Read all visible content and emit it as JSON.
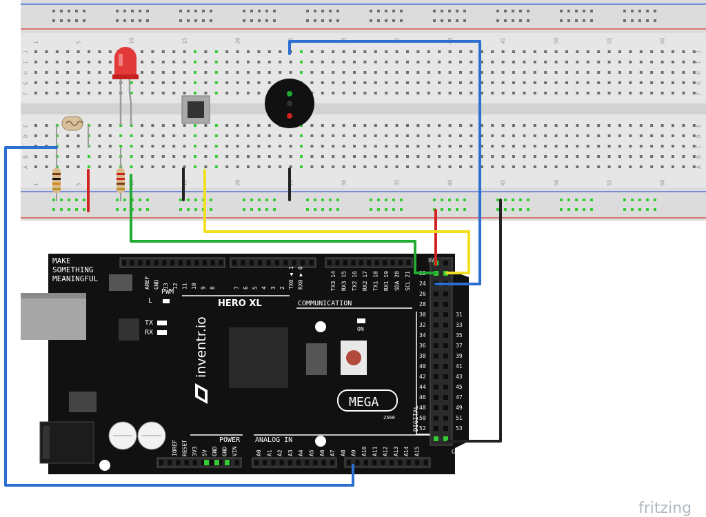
{
  "colors": {
    "wire_blue": "#2c6fd1",
    "wire_red": "#d22222",
    "wire_green": "#22aa33",
    "wire_yellow": "#f0e020",
    "wire_black": "#222222",
    "rail_red": "#d43a3a",
    "rail_blue": "#3a5fd4",
    "board_black": "#111111",
    "breadboard": "#e8e8e8",
    "hole_active": "#33cc33",
    "hole_idle": "#6d6d6d"
  },
  "breadboard": {
    "row_labels_top": [
      "J",
      "I",
      "H",
      "G",
      "F"
    ],
    "row_labels_bottom": [
      "E",
      "D",
      "C",
      "B",
      "A"
    ],
    "column_numbers": [
      "1",
      "5",
      "10",
      "15",
      "20",
      "25",
      "30",
      "35",
      "40",
      "45",
      "50",
      "55",
      "60"
    ]
  },
  "components": {
    "led": "red-led",
    "button": "push-button",
    "buzzer": "buzzer",
    "photoresistor": "photoresistor",
    "resistor": "resistor"
  },
  "board": {
    "tagline": [
      "MAKE",
      "SOMETHING",
      "MEANINGFUL"
    ],
    "brand": "inventr.io",
    "model": "HERO XL",
    "mega": "MEGA",
    "chip": "2560",
    "pwm": "PWM",
    "communication": "COMMUNICATION",
    "power": "POWER",
    "analog_in": "ANALOG IN",
    "digital": "DIGITAL",
    "gnd": "GND",
    "on": "ON",
    "led_l": "L",
    "led_tx": "TX",
    "led_rx": "RX",
    "pwm_pins": [
      "AREF",
      "GND",
      "13",
      "12",
      "11",
      "10",
      "9",
      "8",
      "7",
      "6",
      "5",
      "4",
      "3",
      "2",
      "TX0 ◀ 1",
      "RX0 ▶ 0"
    ],
    "comm_pins": [
      "TX3 14",
      "RX3 15",
      "TX2 16",
      "RX2 17",
      "TX1 18",
      "RX1 19",
      "SDA 20",
      "SCL 21"
    ],
    "power_pins": [
      "IOREF",
      "RESET",
      "3V3",
      "5V",
      "GND",
      "GND",
      "VIN"
    ],
    "analog_pins": [
      "A0",
      "A1",
      "A2",
      "A3",
      "A4",
      "A5",
      "A6",
      "A7",
      "A8",
      "A9",
      "A10",
      "A11",
      "A12",
      "A13",
      "A14",
      "A15"
    ],
    "digital_left": [
      "22",
      "24",
      "26",
      "28",
      "30",
      "32",
      "34",
      "36",
      "38",
      "40",
      "42",
      "44",
      "46",
      "48",
      "50",
      "52"
    ],
    "digital_right": [
      "31",
      "33",
      "35",
      "37",
      "39",
      "41",
      "43",
      "45",
      "47",
      "49",
      "51",
      "53"
    ],
    "header_5v": "5V"
  },
  "watermark": "fritzing"
}
